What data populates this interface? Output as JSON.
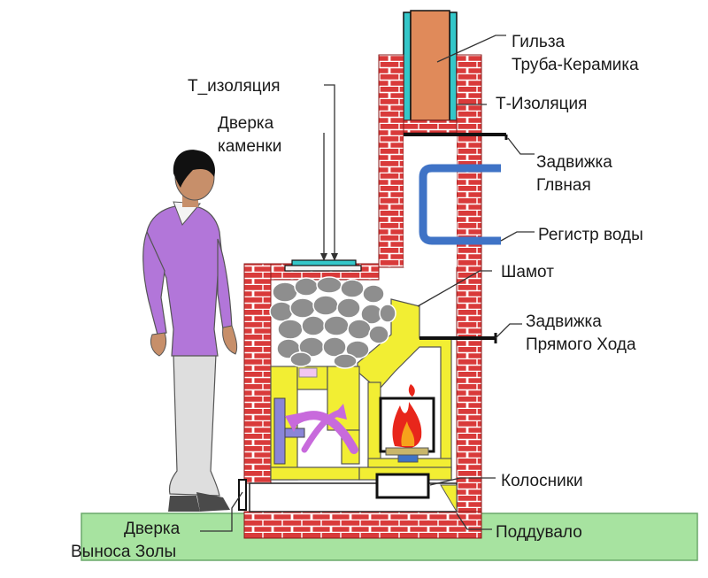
{
  "labels": {
    "sleeve_line1": "Гильза",
    "sleeve_line2": "Труба-Керамика",
    "t_insulation_top": "Т-Изоляция",
    "t_insulation_lid": "Т_изоляция",
    "heater_door_line1": "Дверка",
    "heater_door_line2": "каменки",
    "main_damper_line1": "Задвижка",
    "main_damper_line2": "Глвная",
    "water_register": "Регистр воды",
    "chamotte": "Шамот",
    "direct_damper_line1": "Задвижка",
    "direct_damper_line2": "Прямого Хода",
    "grates": "Колосники",
    "ash_pit": "Поддувало",
    "ash_door_line1": "Дверка",
    "ash_door_line2": "Выноса Золы"
  },
  "colors": {
    "brick": "#d93a3a",
    "mortar": "#ffffff",
    "chamotte": "#f2ee33",
    "pipe": "#e08a5a",
    "insulation": "#34c7c9",
    "register": "#3f73c6",
    "stone": "#8e8e8e",
    "ground": "#a7e3a0",
    "shirt": "#b276d9",
    "pants": "#dedede",
    "flame": "#e8261b",
    "arrow": "#c86adc",
    "deflector": "#8a85d8"
  },
  "icons": [
    "person-figure",
    "fire-icon",
    "airflow-arrow"
  ]
}
